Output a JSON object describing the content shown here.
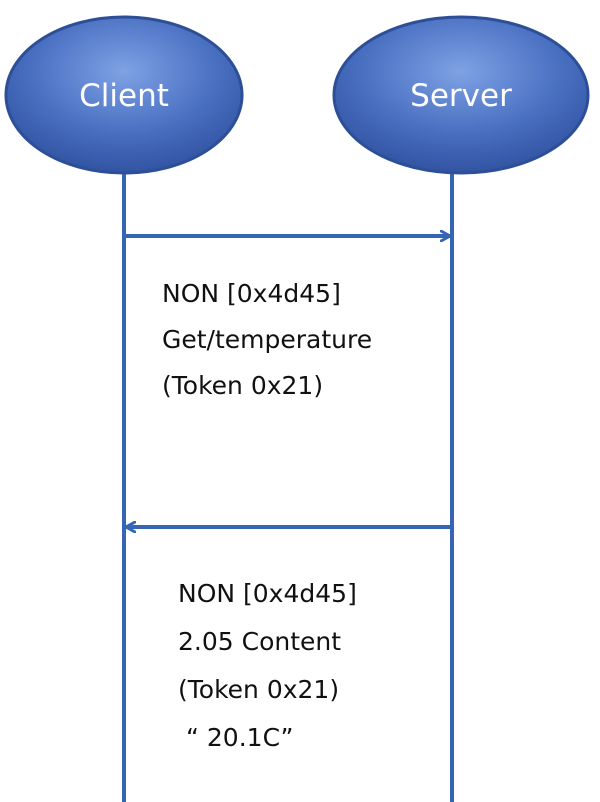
{
  "nodes": {
    "client": {
      "label": "Client"
    },
    "server": {
      "label": "Server"
    }
  },
  "messages": {
    "request": {
      "from": "client",
      "to": "server",
      "lines": [
        "NON [0x4d45]",
        "Get/temperature",
        "(Token 0x21)"
      ]
    },
    "response": {
      "from": "server",
      "to": "client",
      "lines": [
        "NON [0x4d45]",
        "2.05 Content",
        "(Token 0x21)",
        "“ 20.1C”"
      ]
    }
  },
  "colors": {
    "node_fill_light": "#6b8fd6",
    "node_fill_dark": "#2d4e9c",
    "node_stroke": "#2c4f97",
    "line": "#3566b5",
    "text": "#111111"
  }
}
